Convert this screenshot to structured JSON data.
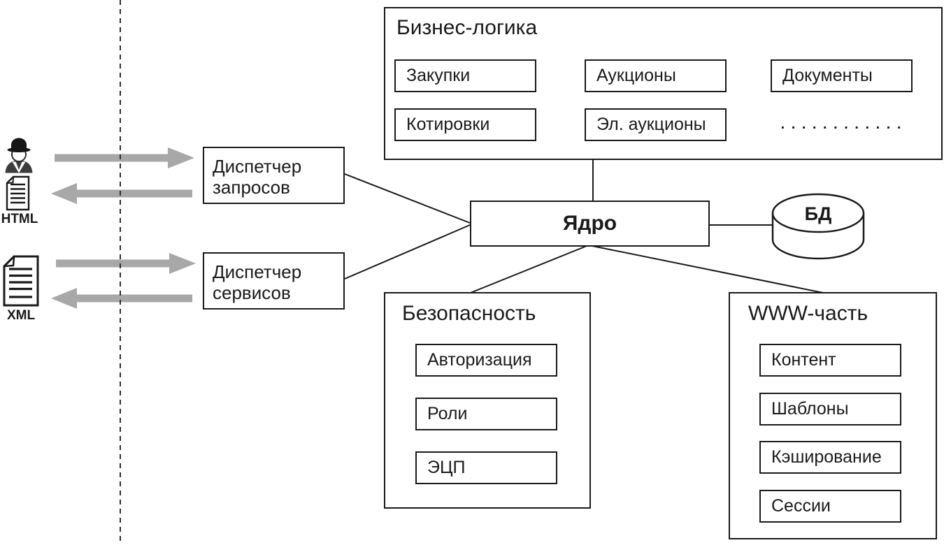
{
  "business_logic": {
    "title": "Бизнес-логика",
    "row1": [
      "Закупки",
      "Аукционы",
      "Документы"
    ],
    "row2": [
      "Котировки",
      "Эл. аукционы"
    ],
    "ellipsis": ". . . . . . . . . . . ."
  },
  "dispatchers": {
    "requests": "Диспетчер запросов",
    "services": "Диспетчер сервисов"
  },
  "core": {
    "label": "Ядро"
  },
  "database": {
    "label": "БД"
  },
  "security": {
    "title": "Безопасность",
    "modules": [
      "Авторизация",
      "Роли",
      "ЭЦП"
    ]
  },
  "www": {
    "title": "WWW-часть",
    "modules": [
      "Контент",
      "Шаблоны",
      "Кэширование",
      "Сессии"
    ]
  },
  "clients": {
    "html_label": "HTML",
    "xml_label": "XML"
  },
  "icons": {
    "user": "person-icon",
    "html": "html-document-icon",
    "xml": "xml-document-icon",
    "database": "database-cylinder-icon"
  },
  "colors": {
    "line": "#1a1a1a",
    "arrow": "#a8a8a8",
    "icon_dark": "#3c3c3c",
    "background": "#ffffff"
  }
}
